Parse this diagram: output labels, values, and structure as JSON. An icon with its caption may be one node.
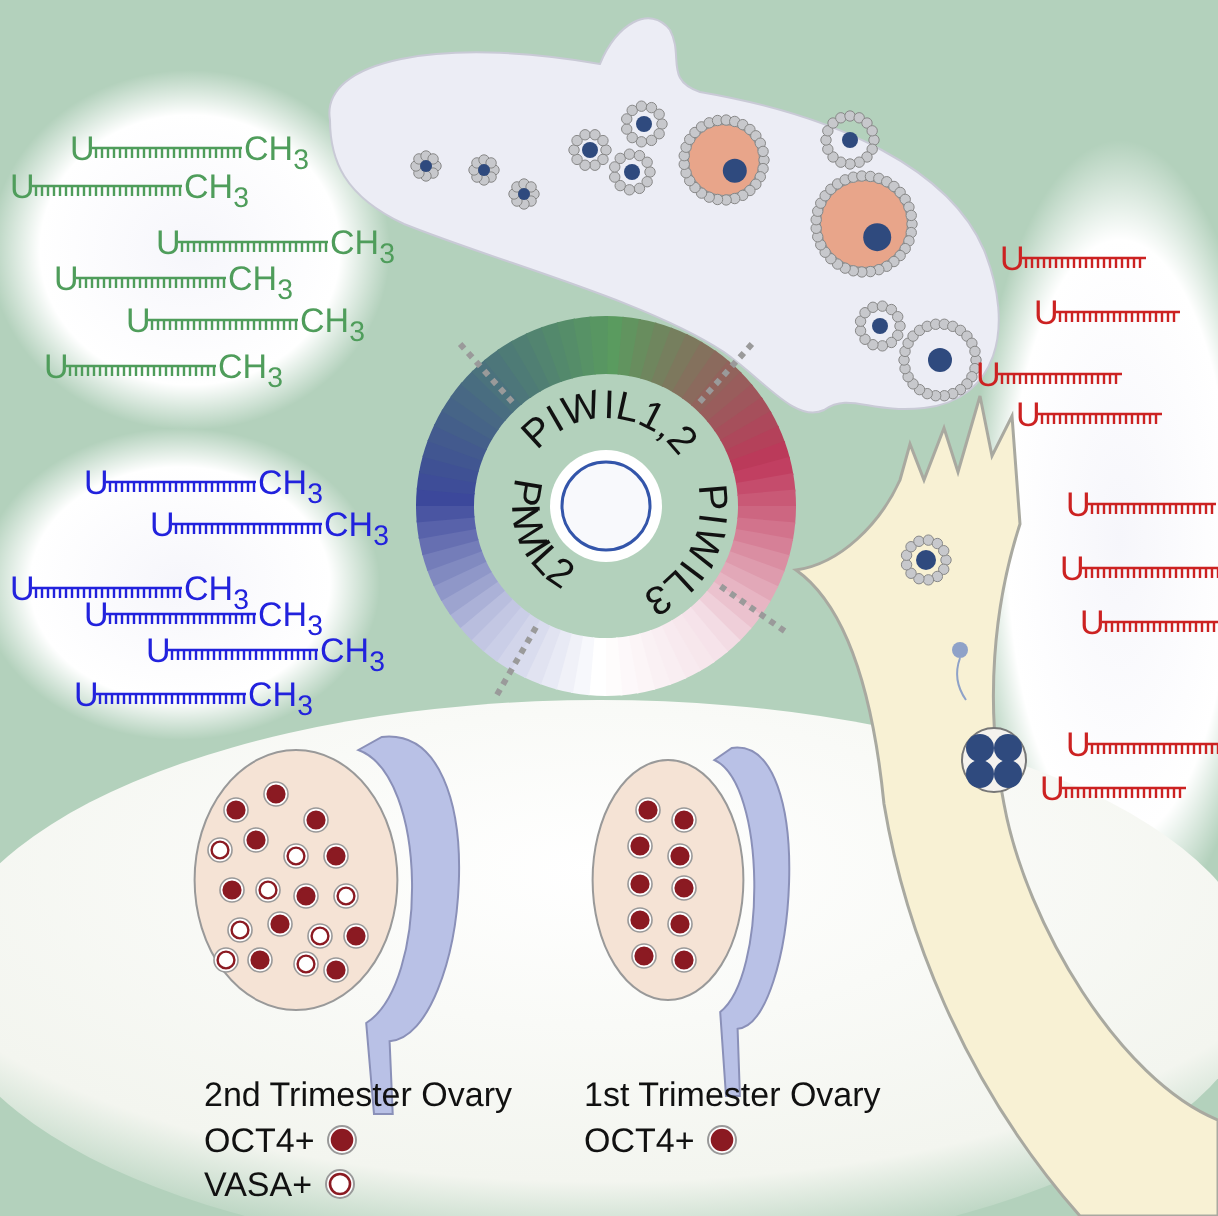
{
  "diagram": {
    "labels": [
      "U",
      "CH$_{3}$",
      "U",
      "CH$_{3}$",
      "U",
      "CH$_{3}$",
      "U",
      "CH$_{3}$",
      "U",
      "CH$_{3}$",
      "U",
      "CH$_{3}$",
      "U",
      "CH$_{3}$",
      "U",
      "CH$_{3}$",
      "U",
      "CH$_{3}$",
      "U",
      "CH$_{3}$",
      "U",
      "CH$_{3}$",
      "U",
      "CH$_{3}$",
      "U",
      "U",
      "U",
      "U",
      "U",
      "U",
      "U",
      "U",
      "U",
      "PIWIL1,2",
      "PIWIL3",
      "PIWIL2",
      "2nd Trimester Ovary",
      "1st Trimester Ovary"
    ],
    "legend": [
      {
        "text": "OCT4+"
      },
      {
        "text": "VASA+"
      },
      {
        "text": "OCT4+"
      }
    ]
  }
}
